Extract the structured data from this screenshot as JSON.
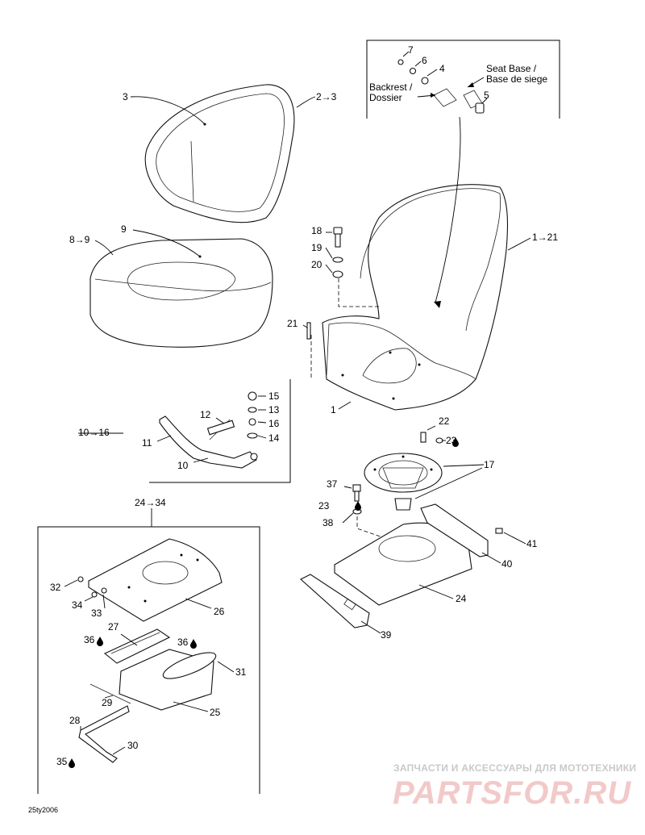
{
  "callouts": {
    "c3": "3",
    "c2to3": "2→3",
    "c9": "9",
    "c8to9": "8→9",
    "c7": "7",
    "c6": "6",
    "c4": "4",
    "c5": "5",
    "c18": "18",
    "c19": "19",
    "c20": "20",
    "c1to21": "1→21",
    "c21": "21",
    "c1": "1",
    "c15": "15",
    "c13": "13",
    "c16": "16",
    "c14": "14",
    "c12": "12",
    "c10to16": "10→16",
    "c11": "11",
    "c10": "10",
    "c22": "22",
    "c23a": "23",
    "c17": "17",
    "c37": "37",
    "c23b": "23",
    "c38": "38",
    "c24to34": "24→34",
    "c41": "41",
    "c40": "40",
    "c24": "24",
    "c39": "39",
    "c32": "32",
    "c34": "34",
    "c33": "33",
    "c26": "26",
    "c27": "27",
    "c36a": "36",
    "c36b": "36",
    "c31": "31",
    "c29": "29",
    "c25": "25",
    "c28": "28",
    "c30": "30",
    "c35": "35"
  },
  "notes": {
    "seat_base": "Seat Base /",
    "base_de_siege": "Base de siege",
    "backrest": "Backrest /",
    "dossier": "Dossier"
  },
  "watermark": {
    "tagline": "ЗАПЧАСТИ И АКСЕССУАРЫ ДЛЯ МОТОТЕХНИКИ",
    "brand": "PARTSFOR.RU"
  },
  "footer": {
    "code": "25ty2006"
  },
  "colors": {
    "line": "#000000",
    "watermark_text": "#c9c9c9",
    "watermark_brand": "#f2c9c9"
  }
}
